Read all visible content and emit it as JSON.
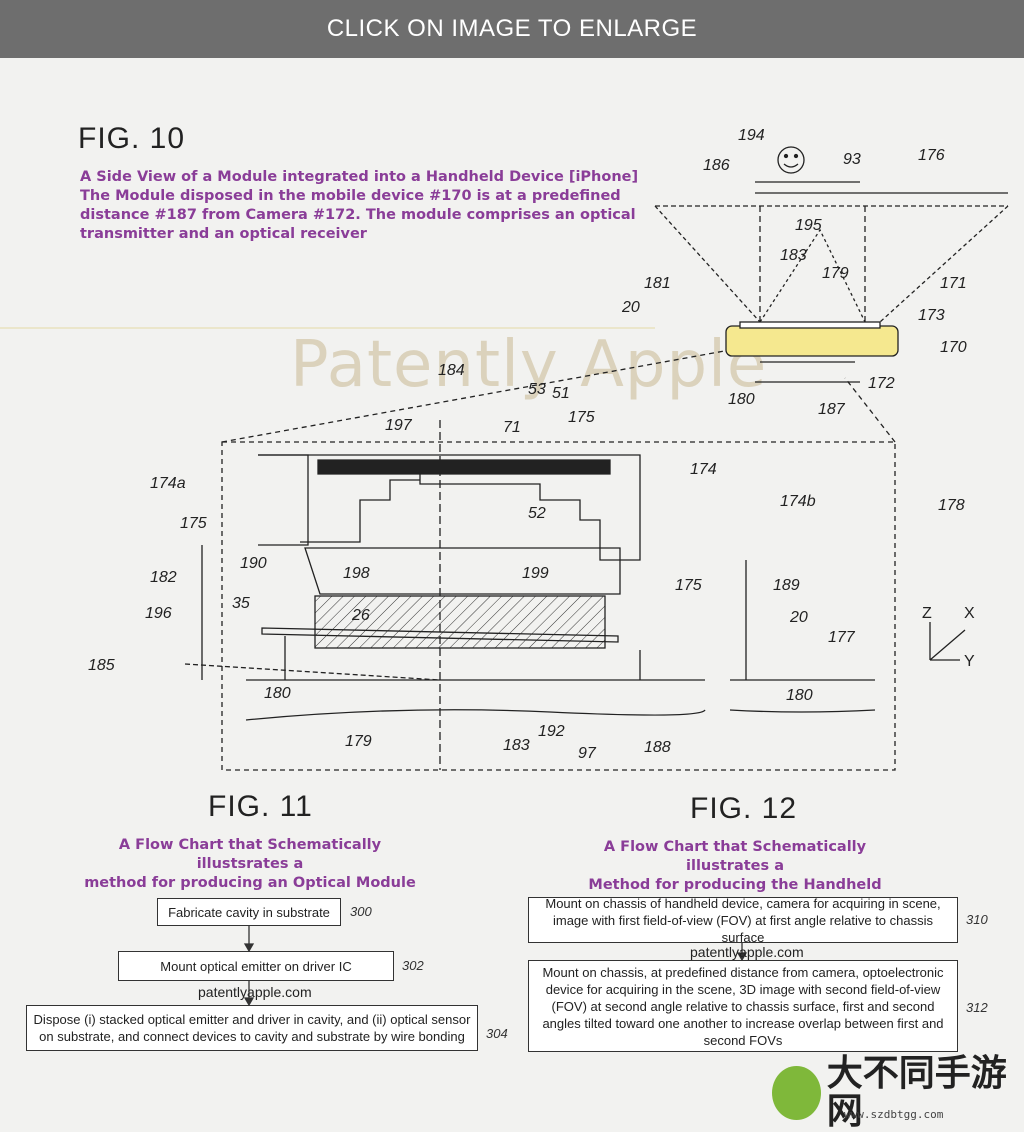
{
  "banner": "CLICK ON IMAGE TO ENLARGE",
  "watermark": "Patently Apple",
  "fig10": {
    "title": "FIG. 10",
    "caption": [
      "A Side View of a Module integrated into a Handheld Device [iPhone]",
      "The Module disposed in the mobile device #170 is at a predefined",
      "distance #187 from Camera #172. The module comprises an optical",
      "transmitter and an optical receiver"
    ],
    "labels": [
      "194",
      "93",
      "186",
      "176",
      "195",
      "183",
      "179",
      "181",
      "171",
      "20",
      "173",
      "170",
      "180",
      "172",
      "187",
      "184",
      "53",
      "51",
      "175",
      "197",
      "71",
      "174",
      "174a",
      "52",
      "174b",
      "178",
      "175",
      "190",
      "198",
      "199",
      "175",
      "189",
      "182",
      "20",
      "196",
      "35",
      "26",
      "177",
      "185",
      "180",
      "180",
      "179",
      "183",
      "192",
      "97",
      "188"
    ]
  },
  "fig11": {
    "title": "FIG. 11",
    "caption": [
      "A Flow Chart that Schematically illustsrates a",
      "method for producing an Optical Module"
    ],
    "steps": [
      {
        "text": "Fabricate cavity in substrate",
        "ref": "300"
      },
      {
        "text": "Mount optical emitter on driver IC",
        "ref": "302"
      },
      {
        "text": "Dispose (i) stacked optical emitter and driver in cavity, and (ii) optical sensor on substrate, and connect devices to cavity and substrate by wire bonding",
        "ref": "304"
      }
    ],
    "site": "patentlyapple.com"
  },
  "fig12": {
    "title": "FIG. 12",
    "caption": [
      "A Flow Chart that Schematically illustrates a",
      "Method for producing the Handheld Device"
    ],
    "steps": [
      {
        "text": "Mount on chassis of handheld device, camera for acquiring in scene, image with first field-of-view (FOV) at first angle relative to chassis surface",
        "ref": "310"
      },
      {
        "text": "Mount on chassis, at predefined distance from camera, optoelectronic device for acquiring in the scene, 3D image with second field-of-view (FOV) at second angle relative to chassis surface, first and second angles tilted toward one another to increase overlap between first and second FOVs",
        "ref": "312"
      }
    ],
    "site": "patentlyapple.com"
  },
  "axes": {
    "z": "Z",
    "x": "X",
    "y": "Y"
  },
  "logo": {
    "text": "大不同手游网",
    "url": "www.szdbtgg.com"
  }
}
